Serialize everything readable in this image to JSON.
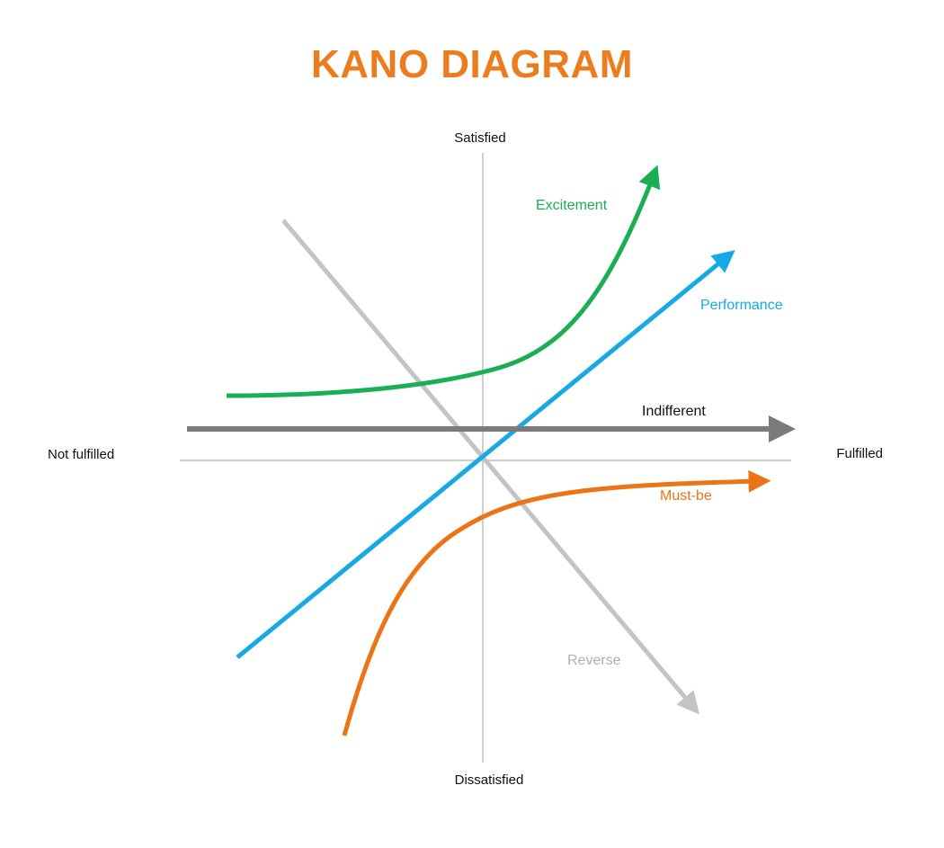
{
  "title": "KANO DIAGRAM",
  "axes": {
    "top": "Satisfied",
    "bottom": "Dissatisfied",
    "left": "Not fulfilled",
    "right": "Fulfilled"
  },
  "curves": {
    "excitement": {
      "label": "Excitement",
      "color": "#1aaf54"
    },
    "performance": {
      "label": "Performance",
      "color": "#16a9e6"
    },
    "indifferent": {
      "label": "Indifferent",
      "color": "#7b7b7b"
    },
    "must_be": {
      "label": "Must-be",
      "color": "#ea7417"
    },
    "reverse": {
      "label": "Reverse",
      "color": "#c4c4c4"
    }
  },
  "colors": {
    "title": "#ec7d1e",
    "axis_line": "#cfcfcf"
  }
}
